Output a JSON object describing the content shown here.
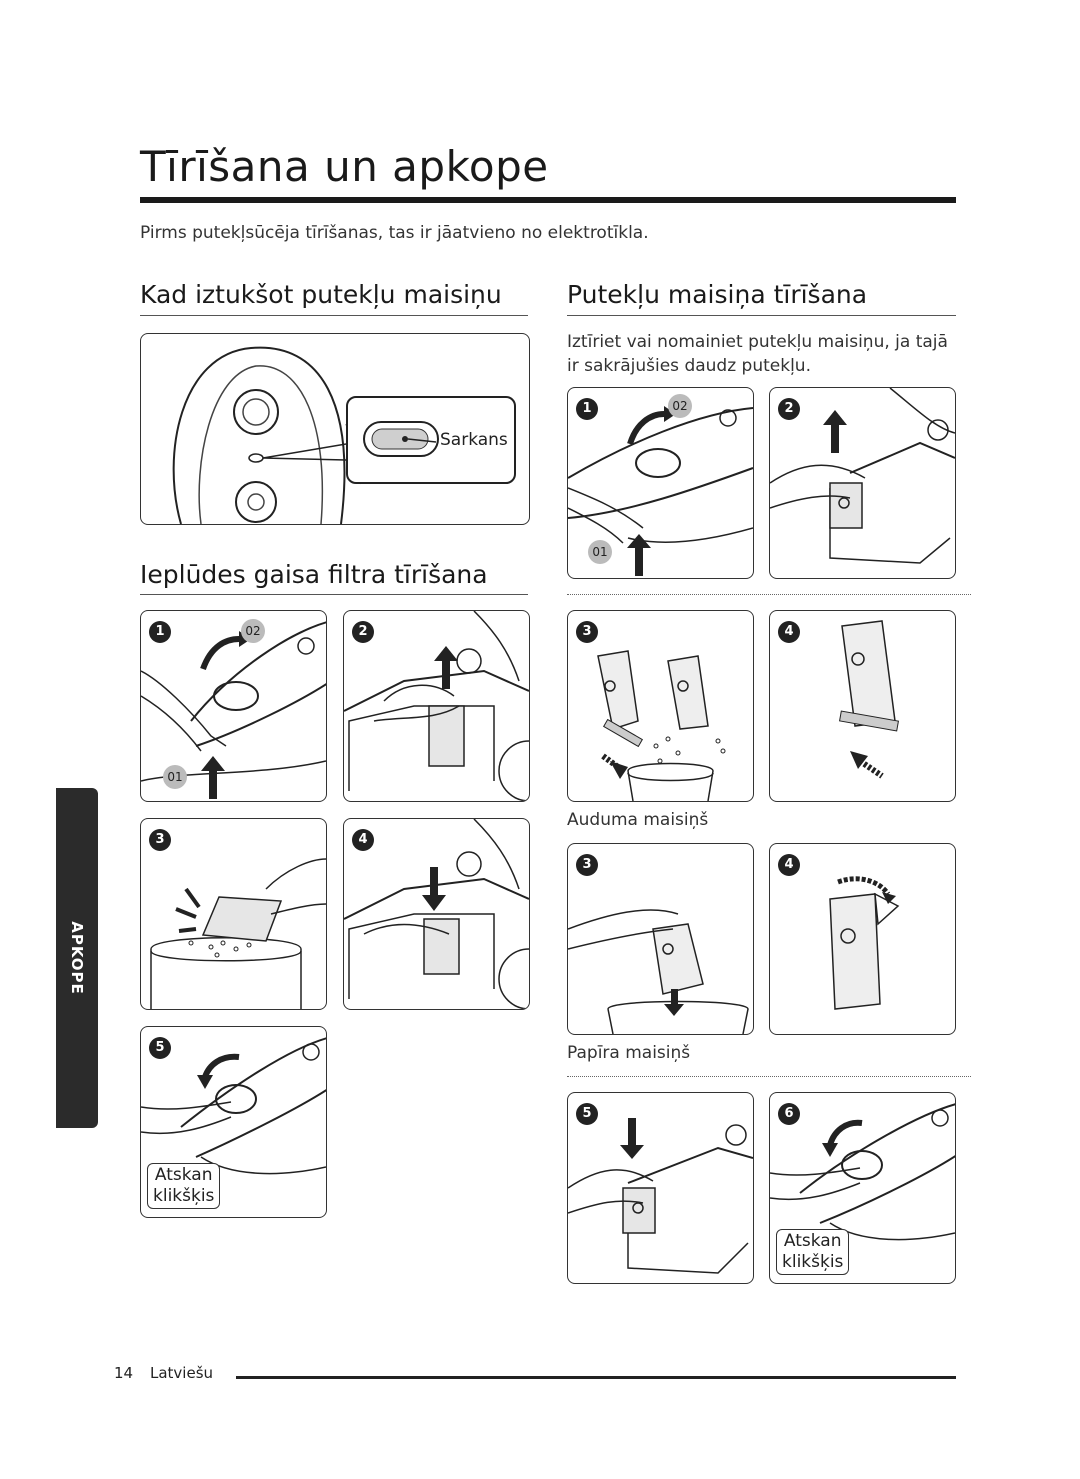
{
  "title": "Tīrīšana un apkope",
  "intro": "Pirms putekļsūcēja tīrīšanas, tas ir jāatvieno no elektrotīkla.",
  "sections": {
    "empty_bag": {
      "heading": "Kad iztukšot putekļu maisiņu",
      "callout": "Sarkans"
    },
    "inlet_filter": {
      "heading": "Ieplūdes gaisa filtra tīrīšana",
      "click_label_1": "Atskan",
      "click_label_2": "klikšķis"
    },
    "bag_cleaning": {
      "heading": "Putekļu maisiņa tīrīšana",
      "text": "Iztīriet vai nomainiet putekļu maisiņu, ja tajā ir sakrājušies daudz putekļu.",
      "cloth_bag": "Auduma maisiņš",
      "paper_bag": "Papīra maisiņš",
      "click_label_1": "Atskan",
      "click_label_2": "klikšķis"
    }
  },
  "steps": {
    "s1": "1",
    "s2": "2",
    "s3": "3",
    "s4": "4",
    "s5": "5",
    "s6": "6"
  },
  "tags": {
    "t01": "01",
    "t02": "02"
  },
  "side_tab": "APKOPE",
  "footer": {
    "page": "14",
    "language": "Latviešu"
  }
}
